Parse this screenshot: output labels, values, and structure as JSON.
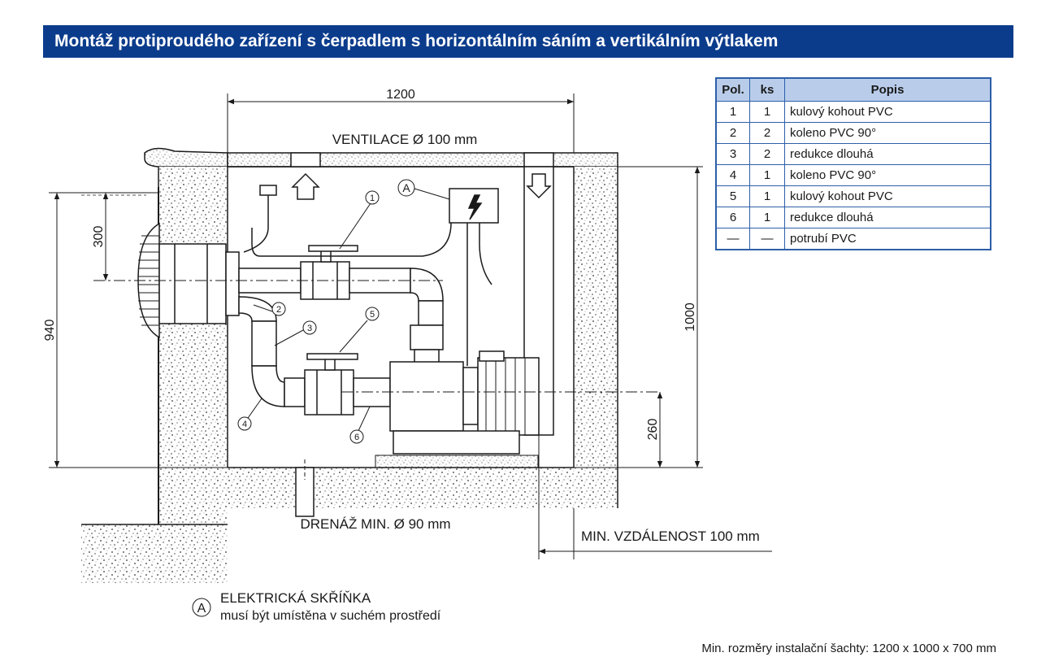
{
  "title": "Montáž protiproudého zařízení s čerpadlem s horizontálním sáním a vertikálním výtlakem",
  "table": {
    "headers": [
      "Pol.",
      "ks",
      "Popis"
    ],
    "rows": [
      {
        "pol": "1",
        "ks": "1",
        "popis": "kulový kohout PVC"
      },
      {
        "pol": "2",
        "ks": "2",
        "popis": "koleno PVC 90°"
      },
      {
        "pol": "3",
        "ks": "2",
        "popis": "redukce dlouhá"
      },
      {
        "pol": "4",
        "ks": "1",
        "popis": "koleno PVC 90°"
      },
      {
        "pol": "5",
        "ks": "1",
        "popis": "kulový kohout PVC"
      },
      {
        "pol": "6",
        "ks": "1",
        "popis": "redukce dlouhá"
      },
      {
        "pol": "—",
        "ks": "—",
        "popis": "potrubí PVC"
      }
    ]
  },
  "dimensions": {
    "width": "1200",
    "height": "1000",
    "left_total": "940",
    "left_top": "300",
    "pump_axis": "260"
  },
  "labels": {
    "ventilation": "VENTILACE Ø 100 mm",
    "drainage": "DRENÁŽ MIN. Ø 90 mm",
    "min_distance": "MIN. VZDÁLENOST 100 mm",
    "electric_box_marker": "A",
    "electric_box_title": "ELEKTRICKÁ SKŘÍŇKA",
    "electric_box_note": "musí být umístěna v suchém prostředí",
    "footer": "Min. rozměry instalační šachty: 1200 x 1000 x 700 mm"
  },
  "callouts": [
    "1",
    "2",
    "3",
    "4",
    "5",
    "6"
  ],
  "colors": {
    "title_bg": "#0b3c8c",
    "table_header_bg": "#b9cdeb",
    "table_border": "#2d5fa8",
    "line": "#1a1a1a"
  }
}
